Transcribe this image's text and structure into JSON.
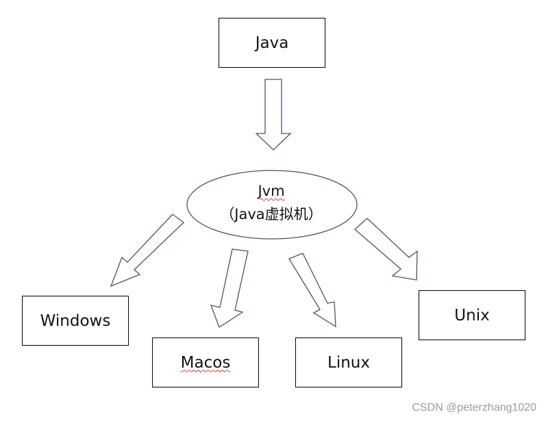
{
  "nodes": {
    "java": "Java",
    "jvm_line1": "Jvm",
    "jvm_line2": "（Java虚拟机）",
    "windows": "Windows",
    "macos": "Macos",
    "linux": "Linux",
    "unix": "Unix"
  },
  "watermark": "CSDN @peterzhang1020",
  "colors": {
    "ellipse_stroke": "#44546a",
    "arrow_stroke": "#44546a",
    "box_stroke": "#000000",
    "spellcheck_underline": "#d23a2a"
  }
}
